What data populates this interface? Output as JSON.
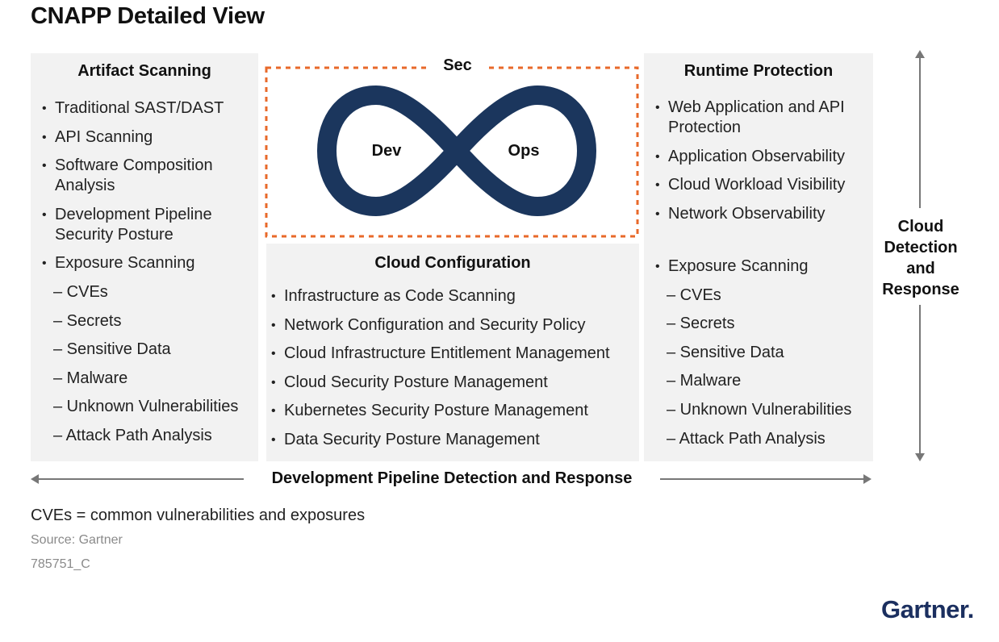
{
  "title": "CNAPP Detailed View",
  "colors": {
    "infinity": "#1b365d",
    "dashed_border": "#e8692a",
    "panel_bg": "#f2f2f2",
    "arrow": "#777777"
  },
  "artifact": {
    "title": "Artifact Scanning",
    "items": [
      {
        "text": "Traditional SAST/DAST",
        "kind": "bullet"
      },
      {
        "text": "API Scanning",
        "kind": "bullet"
      },
      {
        "text": "Software Composition Analysis",
        "kind": "bullet"
      },
      {
        "text": "Development Pipeline Security Posture",
        "kind": "bullet"
      },
      {
        "text": "Exposure Scanning",
        "kind": "bullet"
      },
      {
        "text": "– CVEs",
        "kind": "dash"
      },
      {
        "text": "– Secrets",
        "kind": "dash"
      },
      {
        "text": "– Sensitive Data",
        "kind": "dash"
      },
      {
        "text": "– Malware",
        "kind": "dash"
      },
      {
        "text": "– Unknown Vulnerabilities",
        "kind": "dash"
      },
      {
        "text": "– Attack Path Analysis",
        "kind": "dash"
      }
    ]
  },
  "devsecops": {
    "sec": "Sec",
    "dev": "Dev",
    "ops": "Ops"
  },
  "cloud_config": {
    "title": "Cloud Configuration",
    "items": [
      {
        "text": "Infrastructure as Code Scanning",
        "kind": "bullet"
      },
      {
        "text": "Network Configuration and Security Policy",
        "kind": "bullet"
      },
      {
        "text": "Cloud Infrastructure Entitlement Management",
        "kind": "bullet"
      },
      {
        "text": "Cloud Security Posture Management",
        "kind": "bullet"
      },
      {
        "text": "Kubernetes Security Posture Management",
        "kind": "bullet"
      },
      {
        "text": "Data Security Posture Management",
        "kind": "bullet"
      }
    ]
  },
  "runtime": {
    "title": "Runtime Protection",
    "items_top": [
      {
        "text": "Web Application and API Protection",
        "kind": "bullet"
      },
      {
        "text": "Application Observability",
        "kind": "bullet"
      },
      {
        "text": "Cloud Workload Visibility",
        "kind": "bullet"
      },
      {
        "text": "Network Observability",
        "kind": "bullet"
      }
    ],
    "items_bottom": [
      {
        "text": "Exposure Scanning",
        "kind": "bullet"
      },
      {
        "text": "– CVEs",
        "kind": "dash"
      },
      {
        "text": "– Secrets",
        "kind": "dash"
      },
      {
        "text": "– Sensitive Data",
        "kind": "dash"
      },
      {
        "text": "– Malware",
        "kind": "dash"
      },
      {
        "text": "– Unknown Vulnerabilities",
        "kind": "dash"
      },
      {
        "text": "– Attack Path Analysis",
        "kind": "dash"
      }
    ]
  },
  "horizontal_arrow_label": "Development Pipeline Detection and Response",
  "vertical_arrow_label": "Cloud Detection and Response",
  "footnote": "CVEs = common vulnerabilities and exposures",
  "source": "Source: Gartner",
  "doc_id": "785751_C",
  "logo": "Gartner."
}
